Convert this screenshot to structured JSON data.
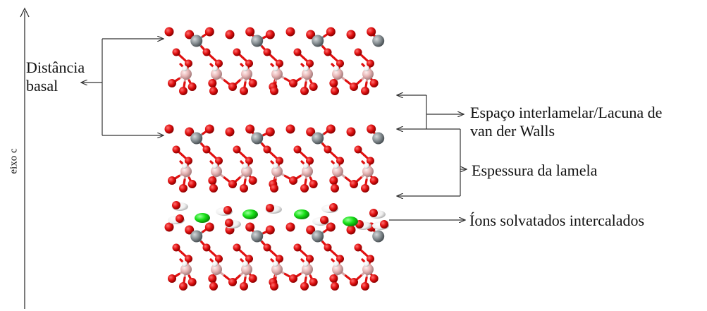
{
  "axis": {
    "label": "eixo c"
  },
  "labels": {
    "basal": [
      "Distância",
      "basal"
    ],
    "gap": [
      "Espaço interlamelar/Lacuna de",
      "van der Walls"
    ],
    "thickness": "Espessura da lamela",
    "ions": "Íons solvatados intercalados"
  },
  "colors": {
    "oxygen": "#e01010",
    "metal": "#8a9296",
    "pink": "#e6b4b4",
    "hydrogen": "#ffffff",
    "ion": "#16e016",
    "line": "#333333"
  },
  "structure": {
    "layers": [
      "top-lamella",
      "middle-lamella",
      "bottom-lamella"
    ],
    "interlayer": "solvated-ions"
  }
}
